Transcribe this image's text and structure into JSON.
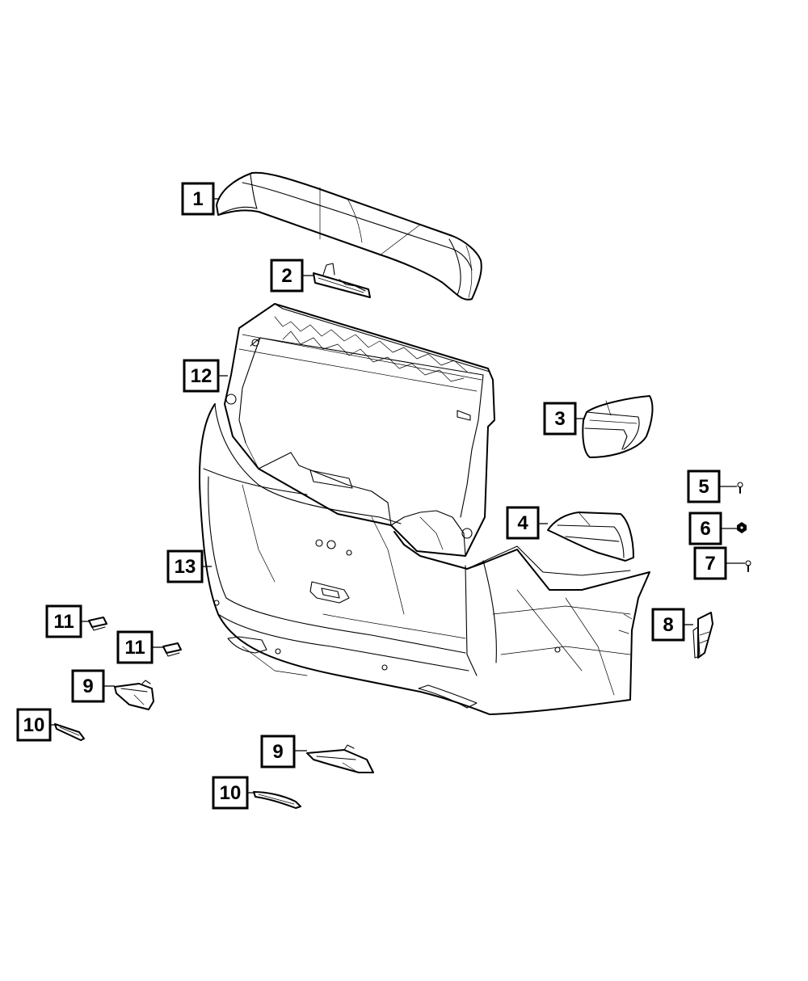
{
  "callouts": [
    {
      "id": "c1",
      "label": "1"
    },
    {
      "id": "c2",
      "label": "2"
    },
    {
      "id": "c3",
      "label": "3"
    },
    {
      "id": "c4",
      "label": "4"
    },
    {
      "id": "c5",
      "label": "5"
    },
    {
      "id": "c6",
      "label": "6"
    },
    {
      "id": "c7",
      "label": "7"
    },
    {
      "id": "c8",
      "label": "8"
    },
    {
      "id": "c9a",
      "label": "9"
    },
    {
      "id": "c9b",
      "label": "9"
    },
    {
      "id": "c10a",
      "label": "10"
    },
    {
      "id": "c10b",
      "label": "10"
    },
    {
      "id": "c11a",
      "label": "11"
    },
    {
      "id": "c11b",
      "label": "11"
    },
    {
      "id": "c12",
      "label": "12"
    },
    {
      "id": "c13",
      "label": "13"
    }
  ]
}
